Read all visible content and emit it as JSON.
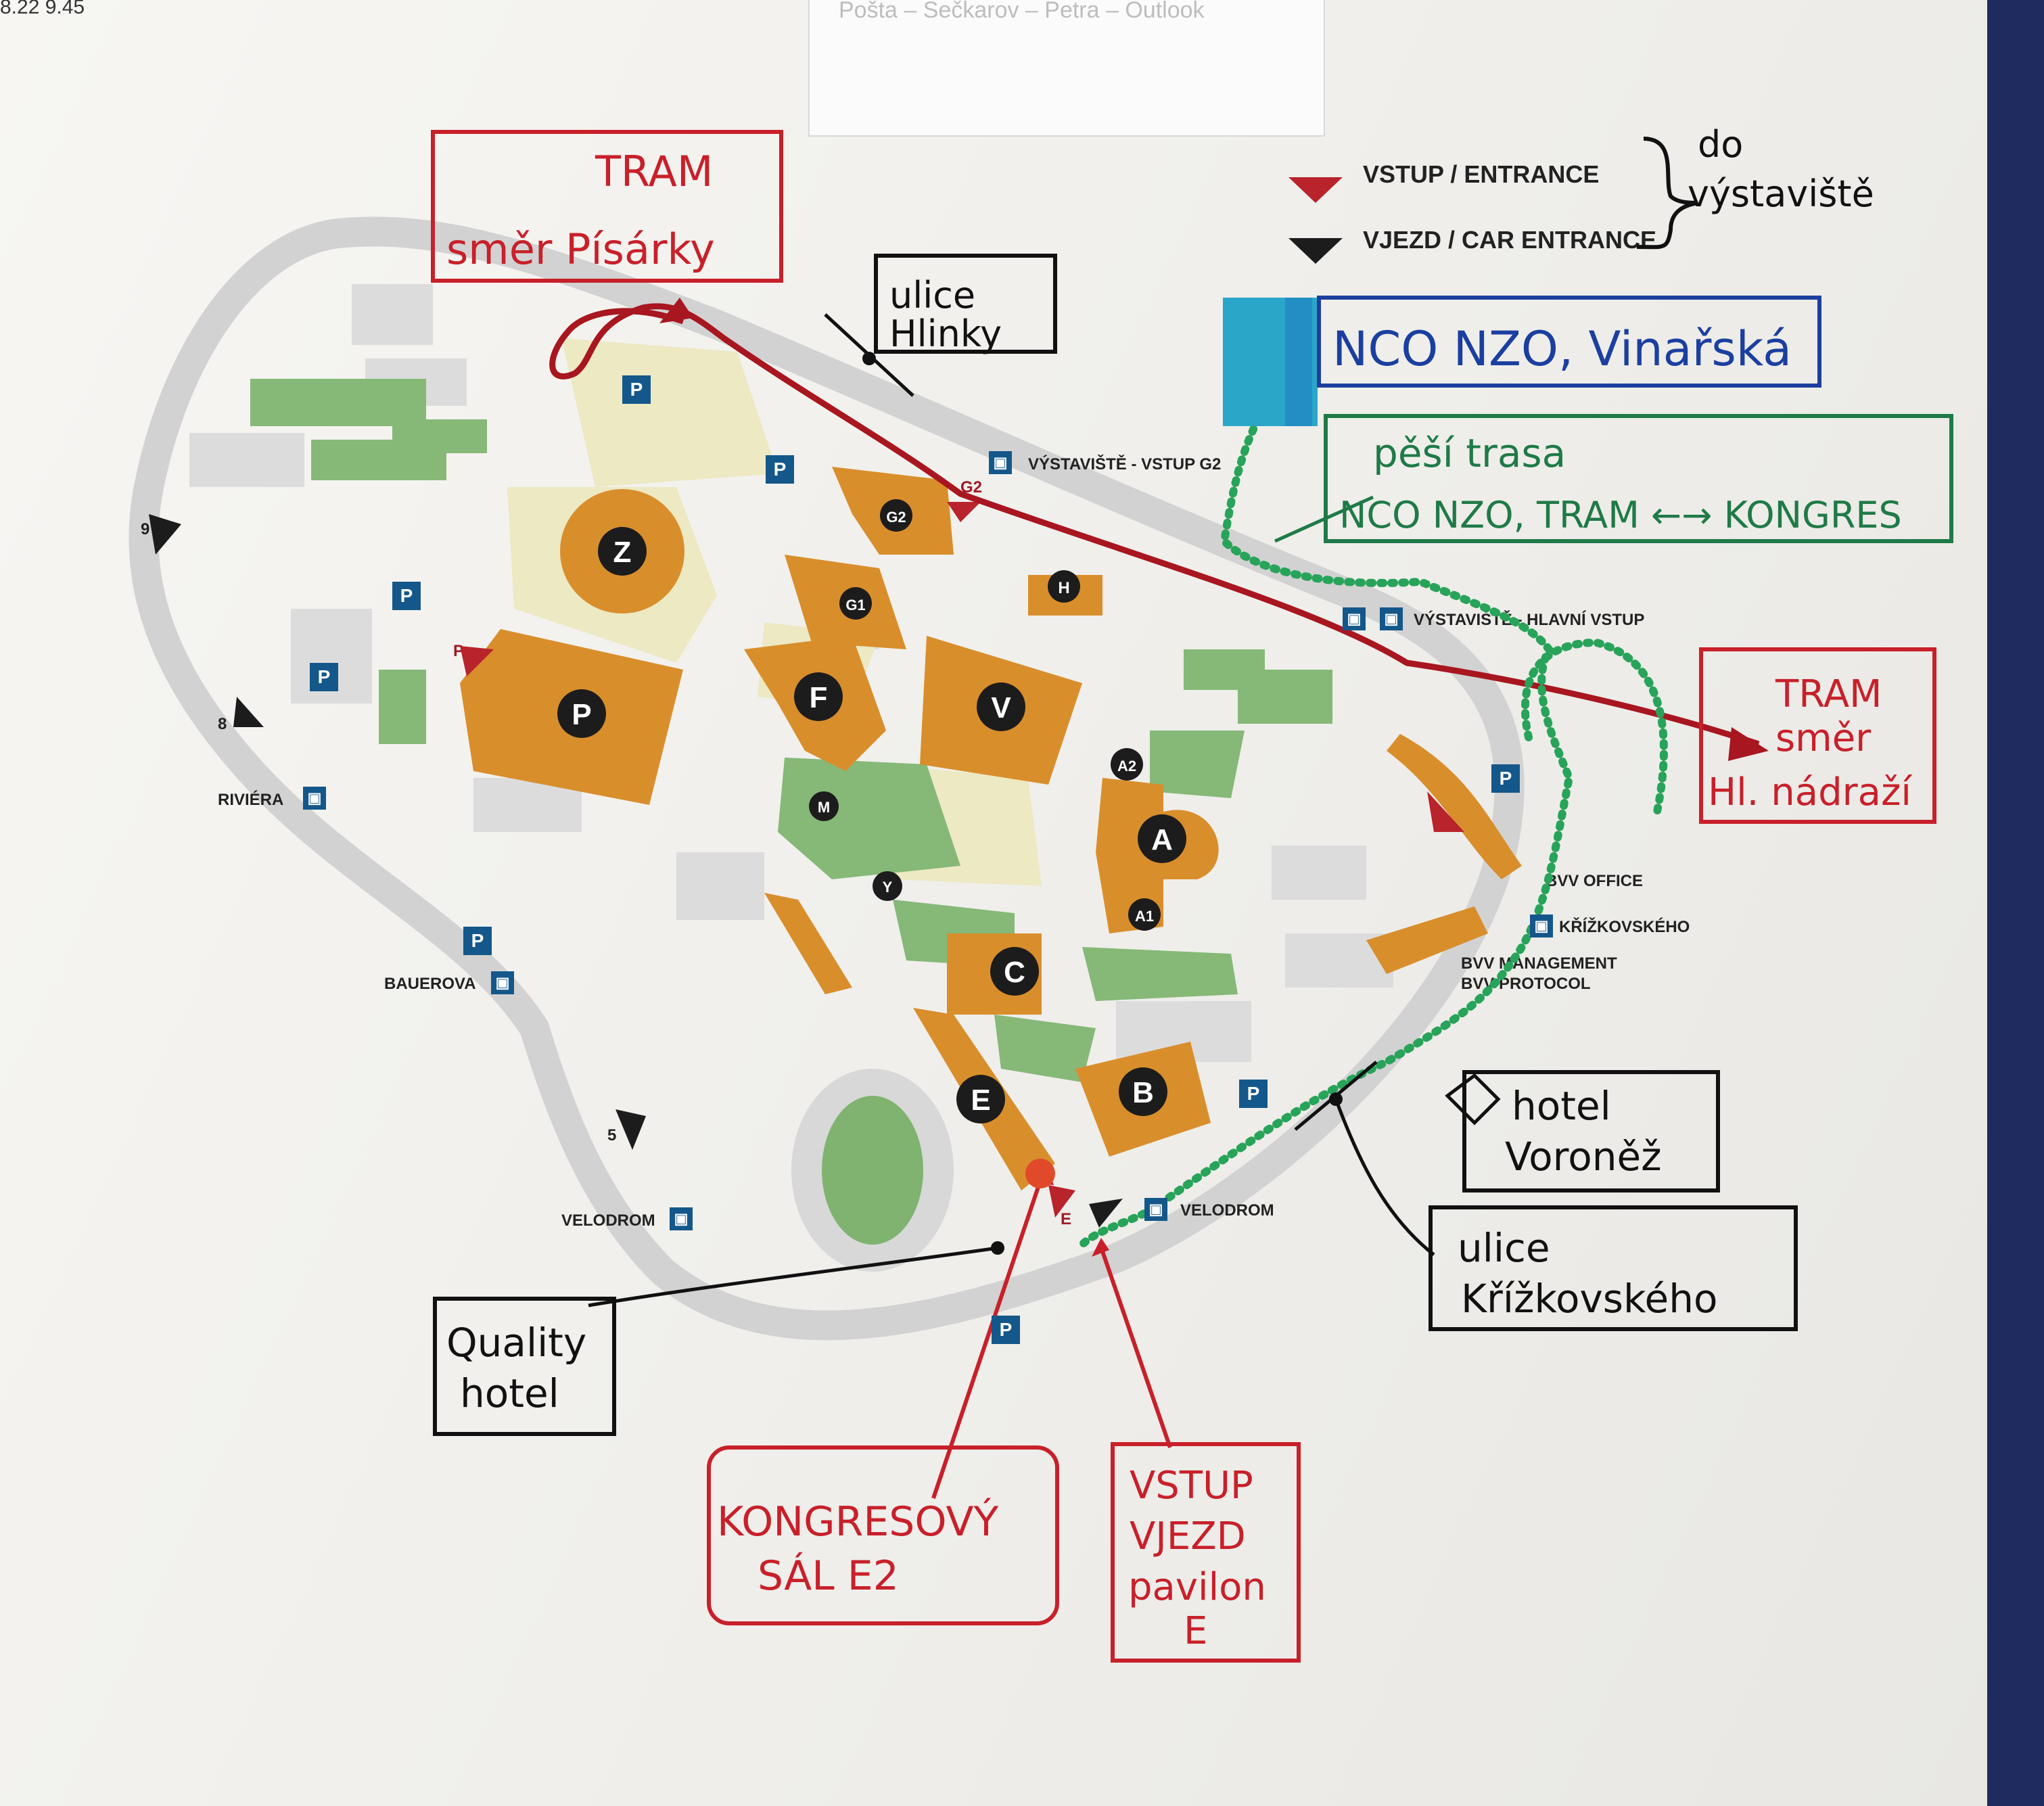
{
  "header": {
    "timestamp": "8.22 9.45",
    "tab_strip": "Pošta – Sečkarov – Petra – Outlook"
  },
  "legend": {
    "entrance": "VSTUP / ENTRANCE",
    "car_entrance": "VJEZD / CAR ENTRANCE",
    "note_line1": "do",
    "note_line2": "výstaviště"
  },
  "halls": [
    {
      "id": "z",
      "label": "Z"
    },
    {
      "id": "p",
      "label": "P"
    },
    {
      "id": "f",
      "label": "F"
    },
    {
      "id": "v",
      "label": "V"
    },
    {
      "id": "a",
      "label": "A"
    },
    {
      "id": "c",
      "label": "C"
    },
    {
      "id": "b",
      "label": "B"
    },
    {
      "id": "e",
      "label": "E"
    },
    {
      "id": "g2",
      "label": "G2"
    },
    {
      "id": "g1",
      "label": "G1"
    },
    {
      "id": "h",
      "label": "H"
    },
    {
      "id": "a2",
      "label": "A2"
    },
    {
      "id": "a1",
      "label": "A1"
    },
    {
      "id": "m",
      "label": "M"
    },
    {
      "id": "y",
      "label": "Y"
    }
  ],
  "map_labels": {
    "vstup_g2": "VÝSTAVIŠTĚ - VSTUP G2",
    "g2_gate": "G2",
    "hlavni_vstup": "VÝSTAVIŠTĚ - HLAVNÍ VSTUP",
    "bvv_office": "BVV OFFICE",
    "krizkovskeho_stop": "KŘÍŽKOVSKÉHO",
    "bvv_management": "BVV MANAGEMENT",
    "bvv_protocol": "BVV PROTOCOL",
    "riviera": "RIVIÉRA",
    "bauerova": "BAUEROVA",
    "velodrom_left": "VELODROM",
    "velodrom_right": "VELODROM",
    "gate_9": "9",
    "gate_8": "8",
    "gate_5": "5",
    "gate_p": "P",
    "gate_e": "E",
    "parking": "P"
  },
  "annotations": {
    "tram_pisarky_1": "TRAM",
    "tram_pisarky_2": "směr Písárky",
    "ulice_hlinky_1": "ulice",
    "ulice_hlinky_2": "Hlinky",
    "nco": "NCO NZO, Vinařská",
    "pesi_1": "pěší trasa",
    "pesi_2": "NCO NZO, TRAM ←→ KONGRES",
    "tram_hl_1": "TRAM",
    "tram_hl_2": "směr",
    "tram_hl_3": "Hl. nádraží",
    "hotel_1": "hotel",
    "hotel_2": "Voroněž",
    "ulice_kriz_1": "ulice",
    "ulice_kriz_2": "Křížkovského",
    "quality_1": "Quality",
    "quality_2": "hotel",
    "kongres_1": "KONGRESOVÝ",
    "kongres_2": "SÁL E2",
    "vstup_1": "VSTUP",
    "vstup_2": "VJEZD",
    "vstup_3": "pavilon",
    "vstup_4": "E"
  },
  "colors": {
    "hall": "#d98e2c",
    "green": "#7fb36f",
    "red_ink": "#c8202a",
    "green_ink": "#28a35a",
    "blue_ink": "#1b3fa0",
    "parking": "#14578a"
  },
  "icons": [
    "tram-stop-icon",
    "parking-icon",
    "hotel-icon",
    "entrance-arrow-icon",
    "car-entrance-arrow-icon"
  ]
}
